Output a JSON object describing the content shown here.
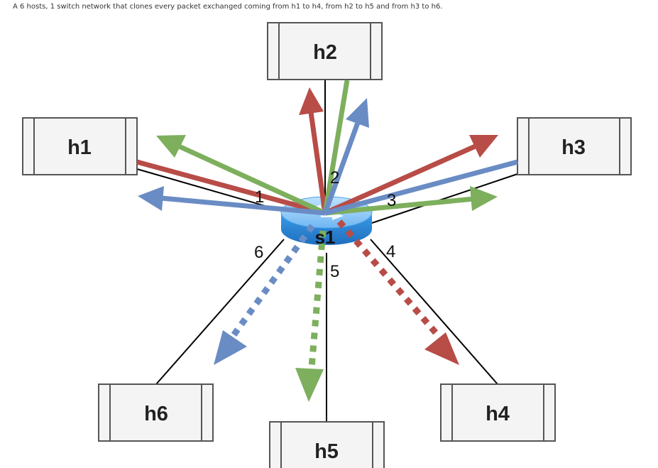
{
  "caption": "A 6 hosts, 1 switch network that clones every packet exchanged coming from h1 to h4, from h2 to h5 and from h3 to h6.",
  "switch": {
    "label": "s1"
  },
  "hosts": [
    {
      "id": "h1",
      "label": "h1"
    },
    {
      "id": "h2",
      "label": "h2"
    },
    {
      "id": "h3",
      "label": "h3"
    },
    {
      "id": "h4",
      "label": "h4"
    },
    {
      "id": "h5",
      "label": "h5"
    },
    {
      "id": "h6",
      "label": "h6"
    }
  ],
  "ports": [
    "1",
    "2",
    "3",
    "4",
    "5",
    "6"
  ],
  "colors": {
    "red": "#b84c47",
    "green": "#7daf5d",
    "blue": "#6a8cc4",
    "host_fill": "#f4f4f4",
    "host_stroke": "#555555",
    "link": "#000000"
  },
  "flows": [
    {
      "from": "h1",
      "to": "h4",
      "color": "red"
    },
    {
      "from": "h2",
      "to": "h5",
      "color": "green"
    },
    {
      "from": "h3",
      "to": "h6",
      "color": "blue"
    }
  ]
}
